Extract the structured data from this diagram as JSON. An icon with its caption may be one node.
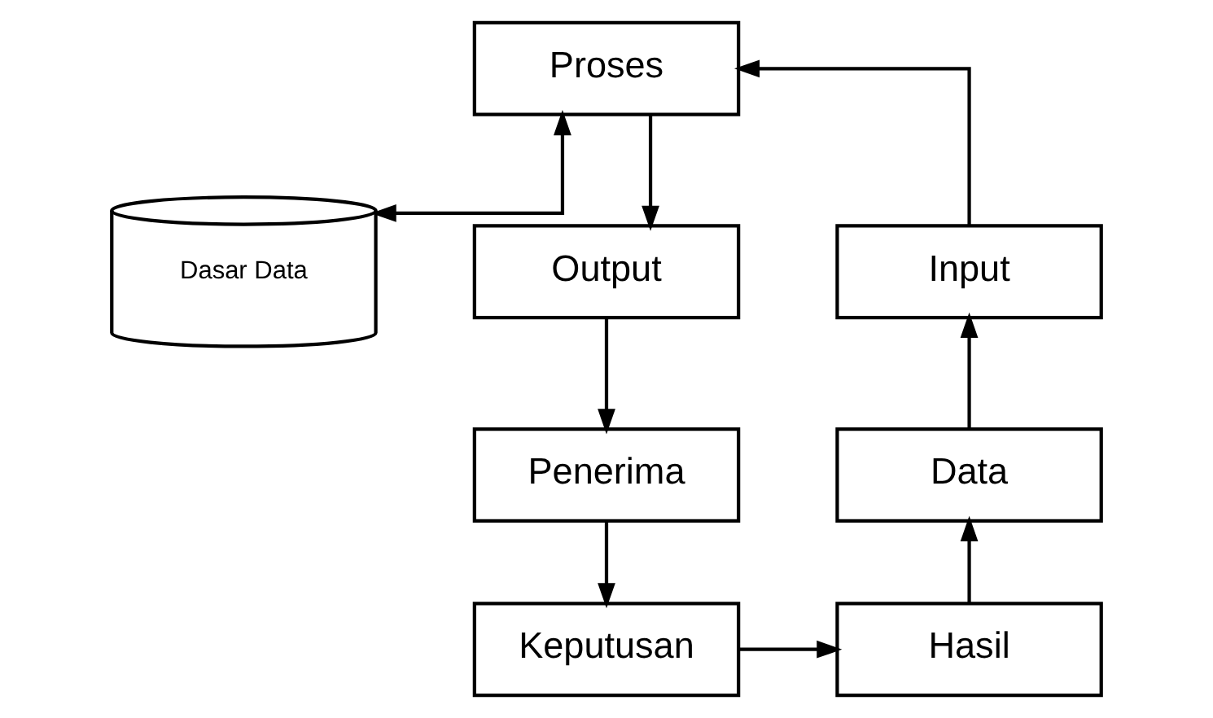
{
  "diagram": {
    "nodes": [
      {
        "text": [
          "Proses"
        ]
      },
      {
        "text": [
          "Dasar Data"
        ]
      },
      {
        "text": [
          "Input"
        ]
      },
      {
        "text": [
          "Output"
        ]
      },
      {
        "text": [
          "Data"
        ]
      },
      {
        "text": [
          "Penerima"
        ]
      },
      {
        "text": [
          "Hasil"
        ]
      },
      {
        "text": [
          "Keputusan"
        ]
      }
    ],
    "edges": [
      {
        "from": 2,
        "to": 0,
        "arrow": "to"
      },
      {
        "from": 0,
        "to": 3,
        "arrow": "to"
      },
      {
        "from": 0,
        "to": 1,
        "arrow": "both"
      },
      {
        "from": 3,
        "to": 5,
        "arrow": "to"
      },
      {
        "from": 4,
        "to": 2,
        "arrow": "to"
      },
      {
        "from": 5,
        "to": 7,
        "arrow": "to"
      },
      {
        "from": 7,
        "to": 6,
        "arrow": "to"
      },
      {
        "from": 6,
        "to": 4,
        "arrow": "to"
      }
    ]
  }
}
